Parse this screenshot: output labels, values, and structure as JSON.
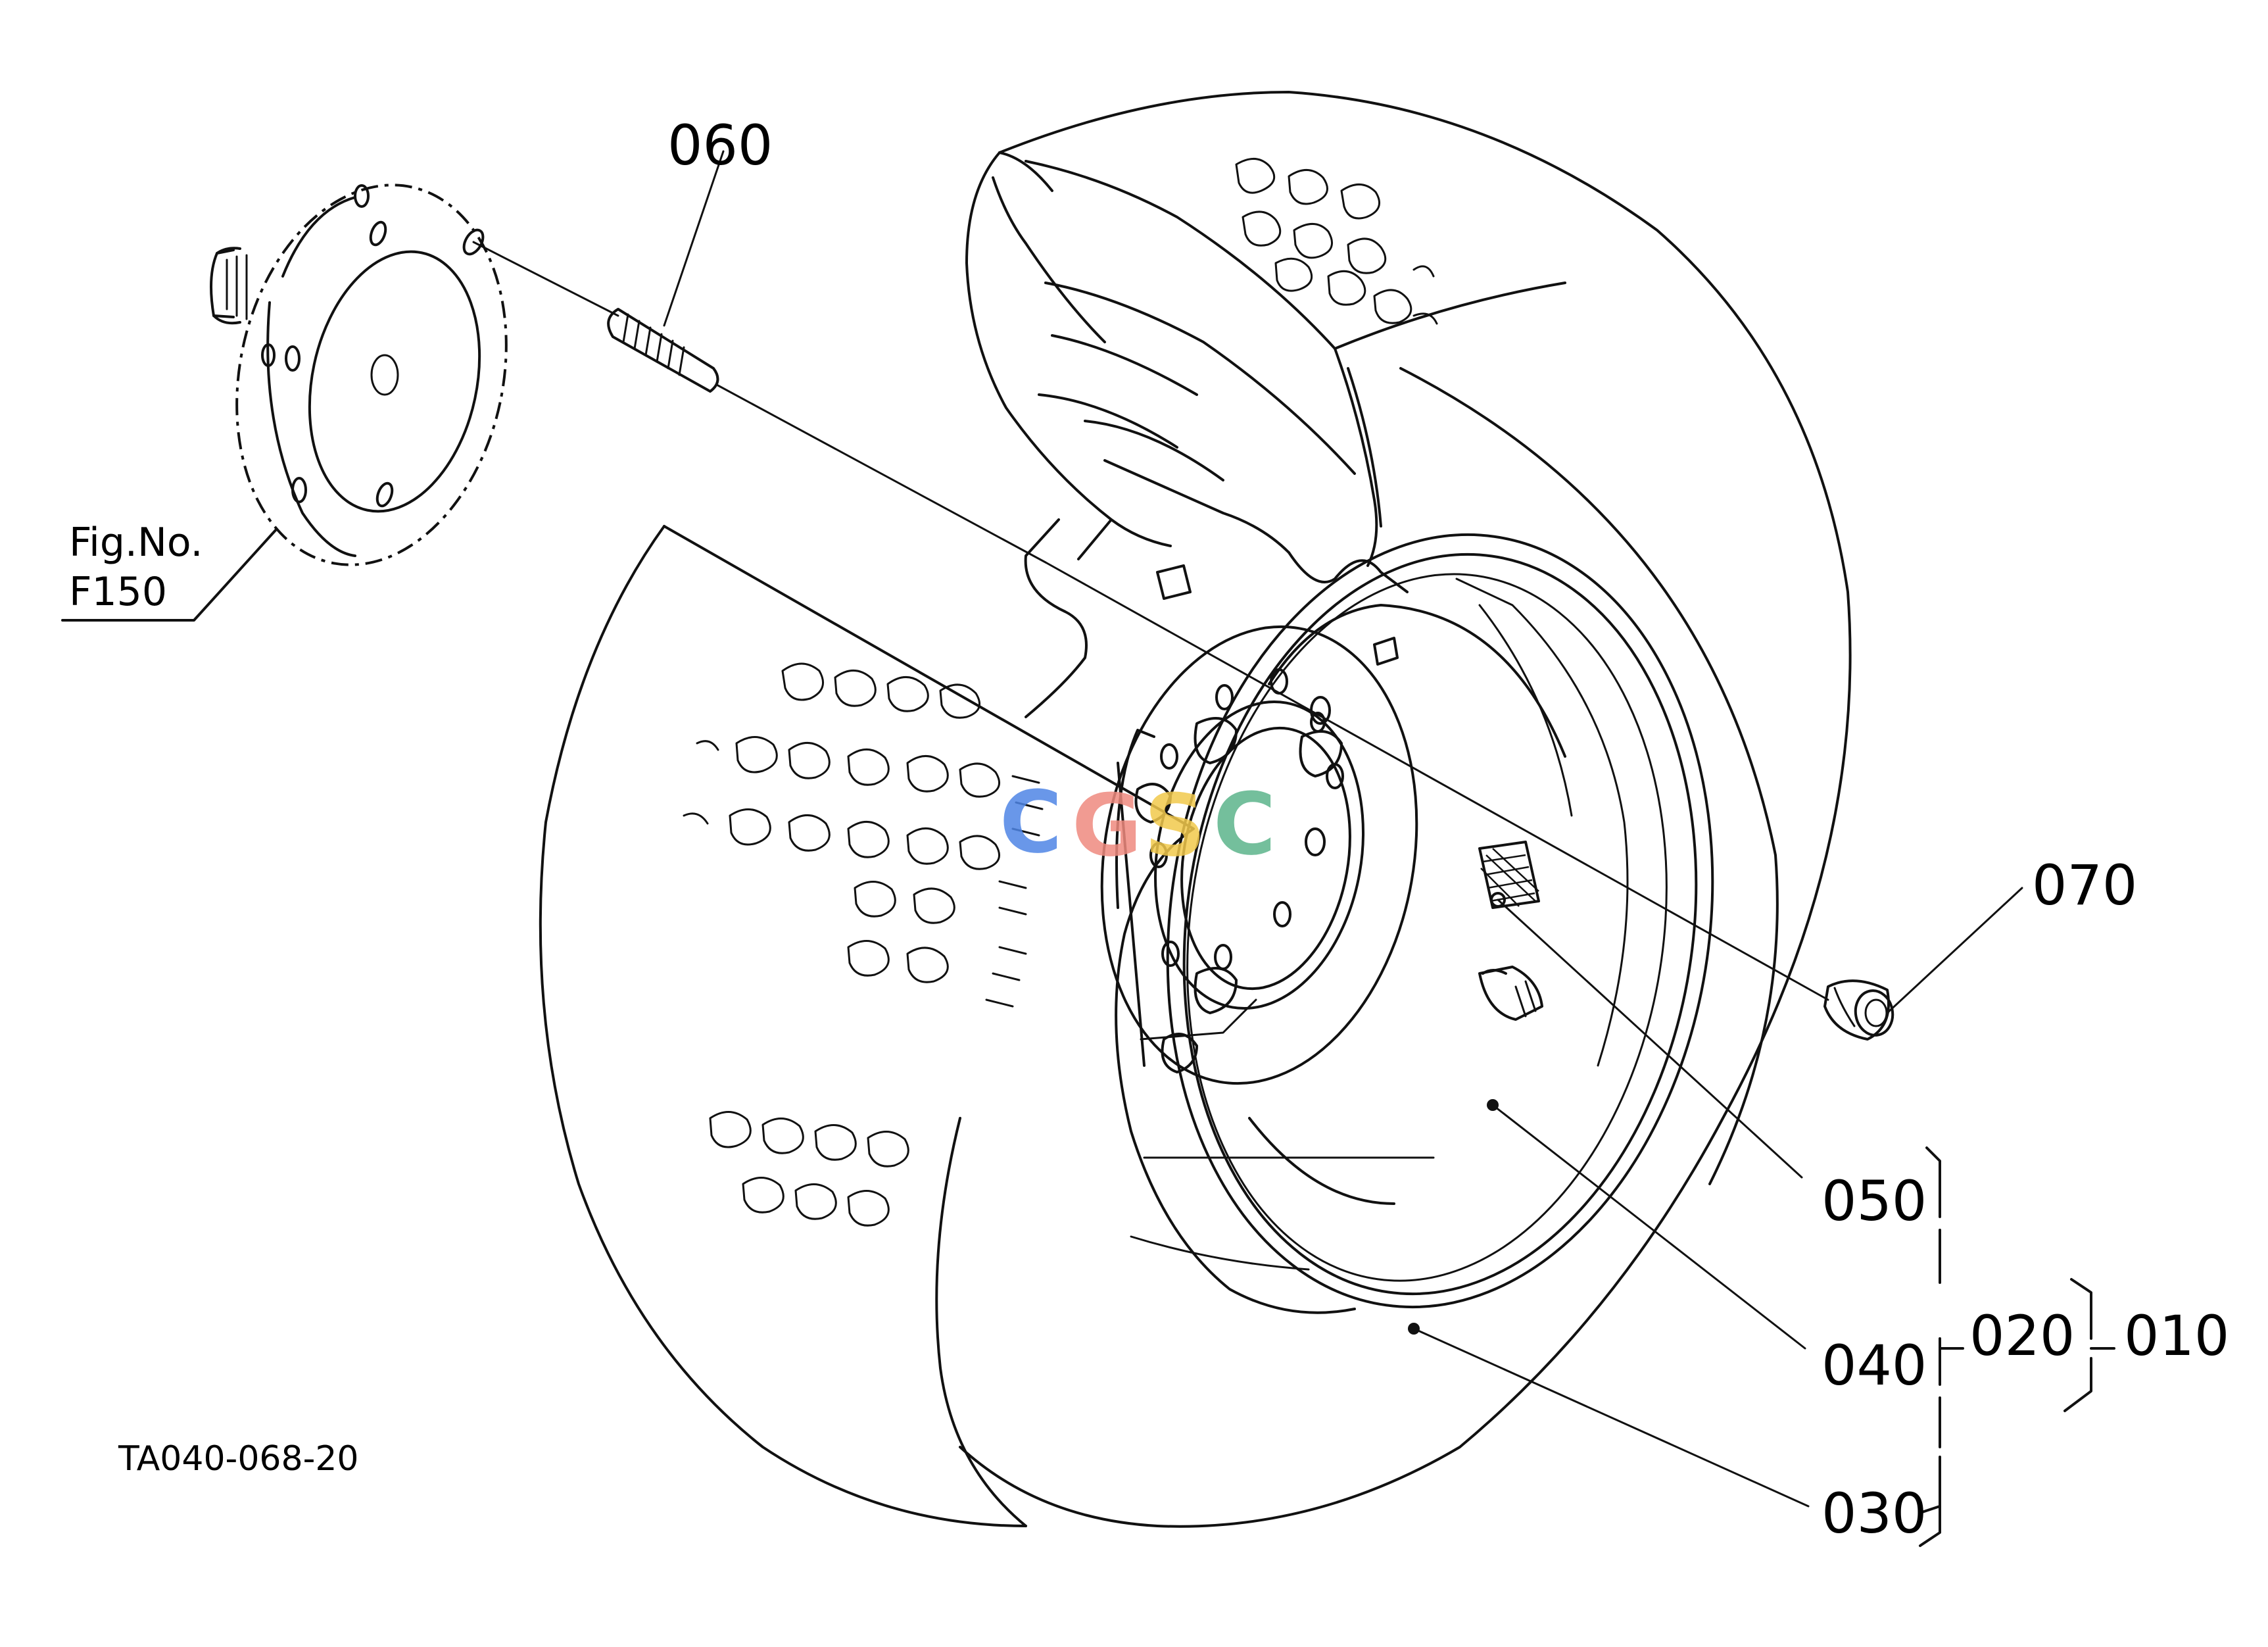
{
  "figure": {
    "fig_ref_line1": "Fig.No.",
    "fig_ref_line2": "F150",
    "drawing_code": "TA040-068-20"
  },
  "parts": [
    {
      "id": "060",
      "label": "060"
    },
    {
      "id": "070",
      "label": "070"
    },
    {
      "id": "050",
      "label": "050"
    },
    {
      "id": "040",
      "label": "040"
    },
    {
      "id": "030",
      "label": "030"
    },
    {
      "id": "020",
      "label": "020"
    },
    {
      "id": "010",
      "label": "010"
    }
  ],
  "watermark": {
    "letters": [
      "C",
      "G",
      "S",
      "C"
    ],
    "colors": [
      "#4f86e6",
      "#ef8a7f",
      "#f2c94c",
      "#5cb58b"
    ]
  }
}
